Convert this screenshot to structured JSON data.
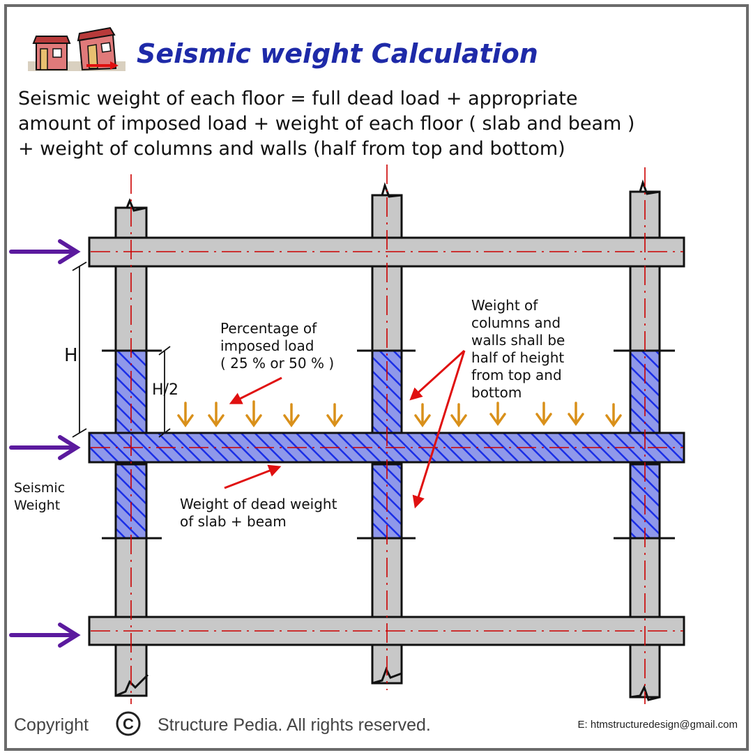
{
  "title": "Seismic weight Calculation",
  "definition_lines": [
    "Seismic weight of each floor = full dead load + appropriate",
    "amount of imposed load + weight of each floor ( slab and beam )",
    "+ weight of columns and walls (half from top and bottom)"
  ],
  "dimension_labels": {
    "storey_height": "H",
    "half_height": "H/2"
  },
  "annotations": {
    "imposed_load": [
      "Percentage of",
      "imposed load",
      "( 25 % or 50 % )"
    ],
    "columns_walls": [
      "Weight of",
      "columns and",
      "walls shall be",
      "half of height",
      "from top and",
      "bottom"
    ],
    "dead_weight": [
      "Weight of dead weight",
      "of slab + beam"
    ],
    "seismic_weight": [
      "Seismic",
      "Weight"
    ]
  },
  "footer": {
    "copyright_word": "Copyright",
    "copyright_symbol": "C",
    "rights": "Structure Pedia. All rights reserved.",
    "email": "E: htmstructuredesign@gmail.com"
  },
  "colors": {
    "member_fill": "#c8c8c8",
    "hatch_fill": "#7b86e6",
    "hatch_stroke": "#1a2ee6",
    "centerline": "#cc0000",
    "title": "#1e2aa8",
    "seismic_arrow": "#5b1a9e",
    "load_arrow": "#d9901a",
    "pointer_arrow": "#e01010"
  }
}
